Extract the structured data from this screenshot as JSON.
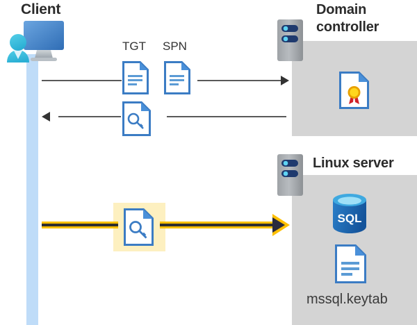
{
  "diagram": {
    "title_client": "Client",
    "title_domain_controller": "Domain\ncontroller",
    "title_linux_server": "Linux server",
    "keytab_file": "mssql.keytab",
    "sql_label": "SQL",
    "labels": {
      "tgt": "TGT",
      "spn": "SPN"
    },
    "icons": {
      "client": "client-computer-icon",
      "dc_server": "server-rack-icon",
      "linux_server": "server-rack-icon",
      "tgt_doc": "document-icon",
      "spn_doc": "document-icon",
      "ticket_key_doc": "document-key-icon",
      "certificate": "certificate-document-icon",
      "sql_database": "sql-database-icon",
      "keytab_doc": "document-icon"
    },
    "flows": [
      {
        "name": "request-ticket",
        "direction": "right",
        "from": "client",
        "to": "domain-controller",
        "payload": [
          "TGT",
          "SPN"
        ]
      },
      {
        "name": "receive-ticket",
        "direction": "left",
        "from": "domain-controller",
        "to": "client",
        "payload": [
          "service-ticket"
        ]
      },
      {
        "name": "present-ticket",
        "direction": "right",
        "from": "client",
        "to": "linux-server",
        "payload": [
          "service-ticket"
        ],
        "highlighted": true
      }
    ],
    "colors": {
      "panel_gray": "#d4d4d4",
      "lifeline_blue": "#bfdcf8",
      "highlight_yellow": "#fdf0c0",
      "arrow_gold": "#ffc000",
      "doc_blue": "#3b7cc4",
      "title_dark": "#2b2b2b",
      "sql_blue": "#1d66b0"
    }
  }
}
